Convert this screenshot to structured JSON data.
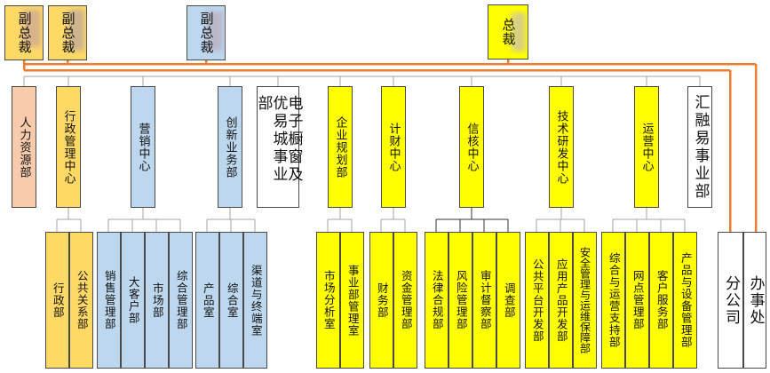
{
  "colors": {
    "gold": "#FFD966",
    "blue": "#BDD7EE",
    "salmon": "#F8CBAD",
    "yellow": "#FFFF00",
    "white": "#FFFFFF",
    "orange_line": "#ED7D31",
    "gray_line": "#A6A6A6"
  },
  "executives": [
    {
      "id": "vp1",
      "label": "副总裁",
      "color": "gold"
    },
    {
      "id": "vp2",
      "label": "副总裁",
      "color": "gold"
    },
    {
      "id": "vp3",
      "label": "副总裁",
      "color": "blue"
    },
    {
      "id": "ceo",
      "label": "总裁",
      "color": "yellow"
    }
  ],
  "departments": [
    {
      "id": "hr",
      "label": "人力资源部",
      "color": "salmon"
    },
    {
      "id": "admin",
      "label": "行政管理中心",
      "color": "gold"
    },
    {
      "id": "marketing",
      "label": "营销中心",
      "color": "blue"
    },
    {
      "id": "innovation",
      "label": "创新业务部",
      "color": "blue"
    },
    {
      "id": "ecommerce",
      "label": "电子橱窗及优易城事业部",
      "color": "white"
    },
    {
      "id": "planning",
      "label": "企业规划部",
      "color": "yellow"
    },
    {
      "id": "finance",
      "label": "计财中心",
      "color": "yellow"
    },
    {
      "id": "credit",
      "label": "信核中心",
      "color": "yellow"
    },
    {
      "id": "tech",
      "label": "技术研发中心",
      "color": "yellow"
    },
    {
      "id": "operations",
      "label": "运营中心",
      "color": "yellow"
    },
    {
      "id": "huirong",
      "label": "汇融易事业部",
      "color": "white"
    }
  ],
  "sub_units": {
    "admin": [
      "行政部",
      "公共关系部"
    ],
    "marketing": [
      "销售管理部",
      "大客户部",
      "市场部",
      "综合管理部"
    ],
    "innovation": [
      "产品室",
      "综合室",
      "渠道与终端室"
    ],
    "planning": [
      "市场分析室",
      "事业部管理室"
    ],
    "finance": [
      "财务部",
      "资金管理部"
    ],
    "credit": [
      "法律合规部",
      "风险管理部",
      "审计督察部",
      "调查部"
    ],
    "tech": [
      "公共平台开发部",
      "应用产品开发部",
      "安全管理与运维保障部"
    ],
    "operations": [
      "综合与运营支持部",
      "网点管理部",
      "客户服务部",
      "产品与设备管理部"
    ]
  },
  "branches": [
    {
      "id": "branch",
      "label": "分公司"
    },
    {
      "id": "office",
      "label": "办事处"
    }
  ]
}
